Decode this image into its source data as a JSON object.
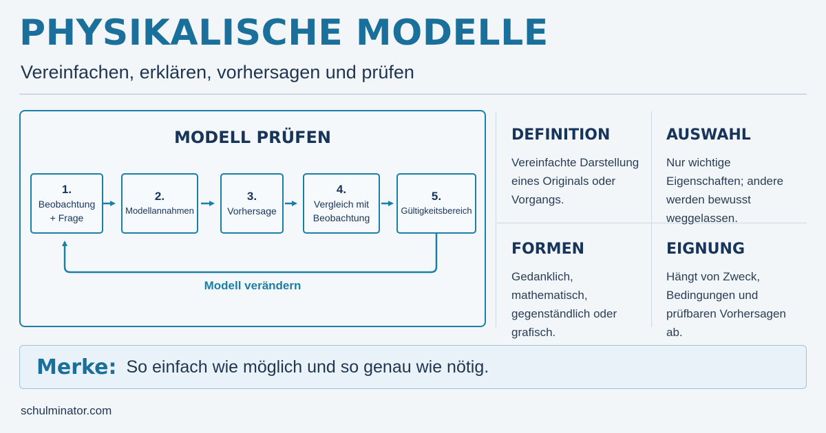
{
  "header": {
    "title": "PHYSIKALISCHE MODELLE",
    "subtitle": "Vereinfachen, erklären, vorhersagen und prüfen"
  },
  "process": {
    "title": "MODELL PRÜFEN",
    "steps": [
      {
        "num": "1.",
        "label": "Beobachtung\n+ Frage"
      },
      {
        "num": "2.",
        "label": "Modellannahmen"
      },
      {
        "num": "3.",
        "label": "Vorhersage"
      },
      {
        "num": "4.",
        "label": "Vergleich mit\nBeobachtung"
      },
      {
        "num": "5.",
        "label": "Gültigkeitsbereich"
      }
    ],
    "loop_label": "Modell verändern"
  },
  "info": {
    "definition": {
      "heading": "DEFINITION",
      "text": "Vereinfachte Darstellung eines Originals oder Vorgangs."
    },
    "auswahl": {
      "heading": "AUSWAHL",
      "text": "Nur wichtige Eigenschaften; andere werden bewusst weggelassen."
    },
    "formen": {
      "heading": "FORMEN",
      "text": "Gedanklich, mathematisch, gegenständlich oder grafisch."
    },
    "eignung": {
      "heading": "EIGNUNG",
      "text": "Hängt von Zweck, Bedingungen und prüfbaren Vorhersagen ab."
    }
  },
  "merke": {
    "label": "Merke:",
    "text": "So einfach wie möglich und so genau wie nötig."
  },
  "footer": {
    "text": "schulminator.com"
  },
  "colors": {
    "accent": "#1a7fa6",
    "title": "#1a6f9b",
    "dark": "#17345a"
  }
}
